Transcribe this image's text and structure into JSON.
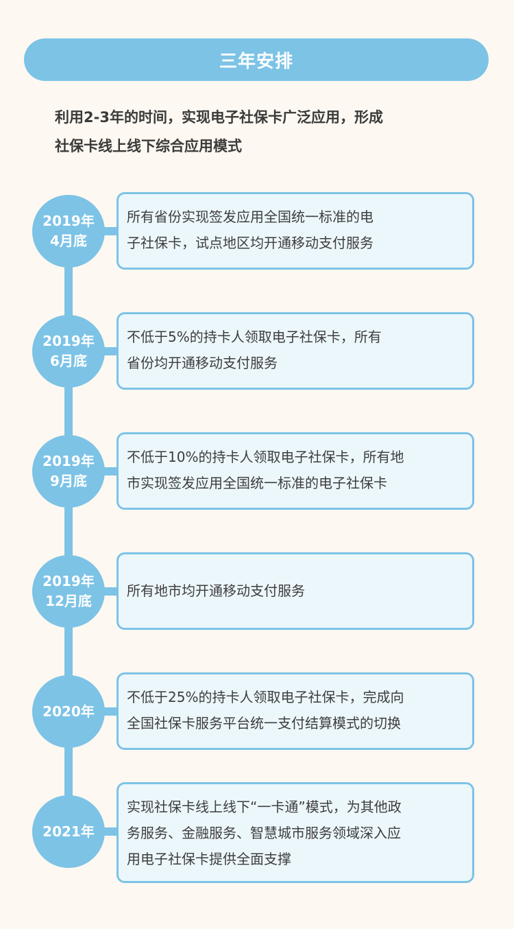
{
  "header": {
    "title": "三年安排"
  },
  "intro": {
    "line1": "利用2-3年的时间，实现电子社保卡广泛应用，形成",
    "line2": "社保卡线上线下综合应用模式"
  },
  "colors": {
    "accent": "#7cc3e6",
    "box_fill": "#ecf7fc",
    "background": "#fdf8f1",
    "text": "#3d3d3d"
  },
  "timeline": [
    {
      "date_line1": "2019年",
      "date_line2": "4月底",
      "text_lines": [
        "所有省份实现签发应用全国统一标准的电",
        "子社保卡，试点地区均开通移动支付服务"
      ]
    },
    {
      "date_line1": "2019年",
      "date_line2": "6月底",
      "text_lines": [
        "不低于5%的持卡人领取电子社保卡，所有",
        "省份均开通移动支付服务"
      ]
    },
    {
      "date_line1": "2019年",
      "date_line2": "9月底",
      "text_lines": [
        "不低于10%的持卡人领取电子社保卡，所有地",
        "市实现签发应用全国统一标准的电子社保卡"
      ]
    },
    {
      "date_line1": "2019年",
      "date_line2": "12月底",
      "text_lines": [
        "所有地市均开通移动支付服务"
      ]
    },
    {
      "date_line1": "2020年",
      "date_line2": "",
      "text_lines": [
        "不低于25%的持卡人领取电子社保卡，完成向",
        "全国社保卡服务平台统一支付结算模式的切换"
      ]
    },
    {
      "date_line1": "2021年",
      "date_line2": "",
      "text_lines": [
        "实现社保卡线上线下“一卡通”模式，为其他政",
        "务服务、金融服务、智慧城市服务领域深入应",
        "用电子社保卡提供全面支撑"
      ]
    }
  ]
}
